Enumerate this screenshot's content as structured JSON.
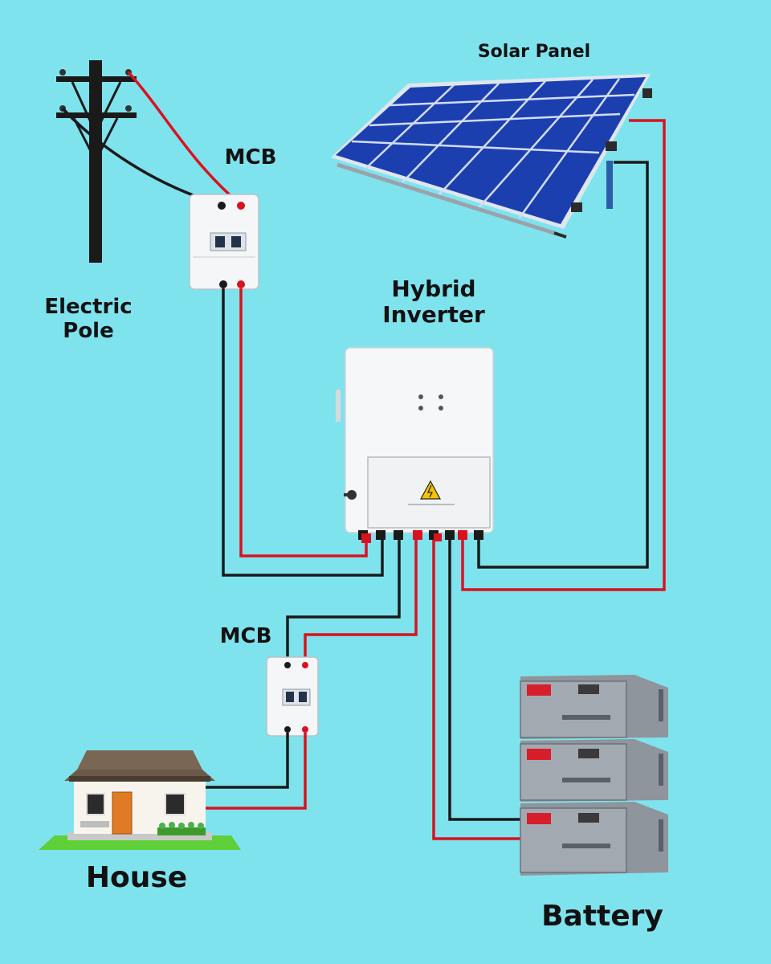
{
  "labels": {
    "solar_panel": "Solar Panel",
    "mcb_top": "MCB",
    "electric_pole_line1": "Electric",
    "electric_pole_line2": "Pole",
    "hybrid_inverter_line1": "Hybrid",
    "hybrid_inverter_line2": "Inverter",
    "mcb_bottom": "MCB",
    "house": "House",
    "battery": "Battery"
  },
  "colors": {
    "background": "#7fe3ee",
    "wire_red": "#d8131f",
    "wire_black": "#1a1a1a",
    "panel_blue": "#1c3fb0",
    "panel_frame": "#dfe6ee",
    "battery_grey": "#8f959c",
    "battery_terminal": "#d61f2b",
    "house_roof": "#6b5a4a",
    "door_orange": "#e07b25",
    "warning_yellow": "#f5c400"
  }
}
